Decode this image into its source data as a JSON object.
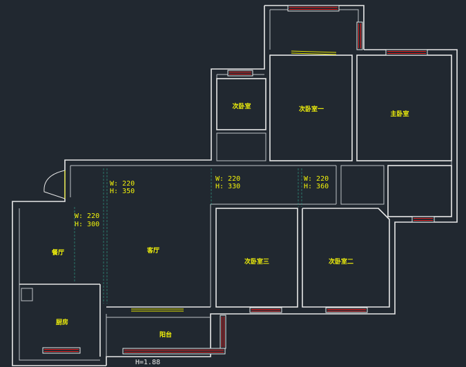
{
  "colors": {
    "background": "#212830",
    "wall": "#e8e8e8",
    "window_pane": "#e02020",
    "door_leaf": "#e6e600",
    "label": "#f2f20a",
    "dimension_guides": "#2e8c7a"
  },
  "rooms": {
    "secondary_bedroom_small": "次卧室",
    "secondary_bedroom_1": "次卧室一",
    "master_bedroom": "主卧室",
    "dining": "餐厅",
    "living": "客厅",
    "secondary_bedroom_3": "次卧室三",
    "secondary_bedroom_2": "次卧室二",
    "kitchen": "厨房",
    "balcony": "阳台"
  },
  "dimensions": {
    "living_top_w": "W: 220",
    "living_top_h": "H: 350",
    "dining_w": "W: 220",
    "dining_h": "H: 300",
    "corridor_mid_w": "W: 220",
    "corridor_mid_h": "H: 330",
    "corridor_right_w": "W: 220",
    "corridor_right_h": "H: 360"
  },
  "footer": {
    "height_note": "H=1.88"
  }
}
